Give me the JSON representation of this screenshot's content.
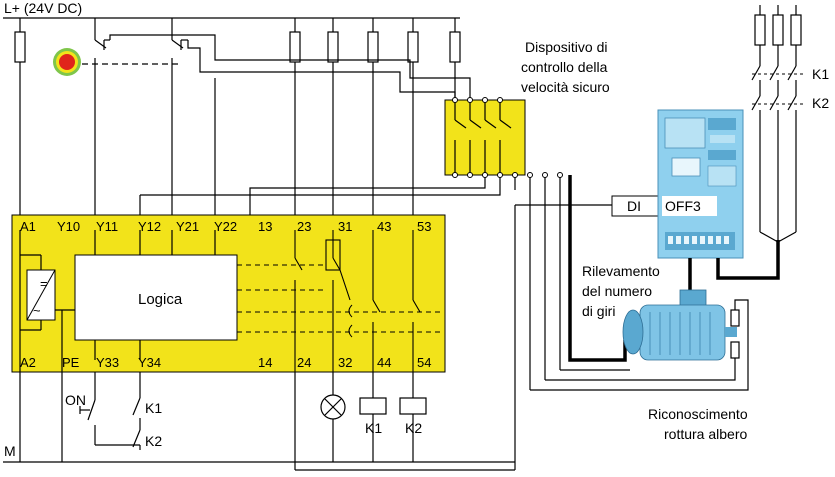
{
  "supply": {
    "positive": "L+ (24V DC)",
    "negative": "M"
  },
  "relay": {
    "top_terminals": [
      "A1",
      "Y10",
      "Y11",
      "Y12",
      "Y21",
      "Y22",
      "13",
      "23",
      "31",
      "43",
      "53"
    ],
    "bottom_terminals": [
      "A2",
      "PE",
      "Y33",
      "Y34",
      "14",
      "24",
      "32",
      "44",
      "54"
    ],
    "logic_label": "Logica"
  },
  "speed_monitor": {
    "label_lines": [
      "Dispositivo di",
      "controllo della",
      "velocità sicuro"
    ]
  },
  "drive": {
    "di_label": "DI",
    "off_label": "OFF3"
  },
  "contactors": {
    "k1": "K1",
    "k2": "K2"
  },
  "start_button": {
    "label": "ON"
  },
  "speed_sensing": {
    "label_lines": [
      "Rilevamento",
      "del numero",
      "di giri"
    ]
  },
  "shaft_break": {
    "label_lines": [
      "Riconoscimento",
      "rottura albero"
    ]
  },
  "colors": {
    "relay_fill": "#f2e31a",
    "drive_fill": "#8fd0ee",
    "motor_fill": "#7fc4e6",
    "lamp_red": "#e0241b"
  }
}
